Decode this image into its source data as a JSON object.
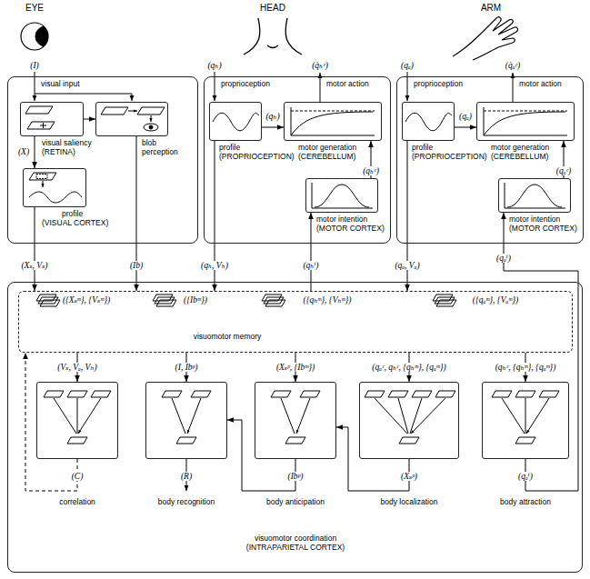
{
  "diagram": {
    "nodes": [
      {
        "text": [
          "EYE"
        ]
      },
      {
        "text": [
          "visual saliency (RETINA)"
        ],
        "in": 0
      },
      {
        "text": [
          "blob perception"
        ],
        "in": 0
      },
      {
        "text": [
          "profile (VISUAL CORTEX)"
        ],
        "in": 0
      },
      {
        "text": [
          "HEAD"
        ]
      },
      {
        "text": [
          "profile (PROPRIOCEPTION)"
        ],
        "in": 4
      },
      {
        "text": [
          "motor generation (CEREBELLUM)"
        ],
        "in": 4
      },
      {
        "text": [
          "motor intention (MOTOR CORTEX)"
        ],
        "in": 4
      },
      {
        "text": [
          "ARM"
        ]
      },
      {
        "text": [
          "profile (PROPRIOCEPTION)"
        ],
        "in": 8
      },
      {
        "text": [
          "motor generation (CEREBELLUM)"
        ],
        "in": 8
      },
      {
        "text": [
          "motor intention (MOTOR CORTEX)"
        ],
        "in": 8
      },
      {
        "text": [
          "visuomotor coordination (INTRAPARIETAL CORTEX)"
        ]
      },
      {
        "text": [
          "({Xₛᵐ}, {Vₛᵐ})",
          "({Ibᵐ})",
          "({qₕᵐ}, {Vₕᵐ})",
          "({qₐᵐ}, {Vₐᵐ})",
          "visuomotor memory"
        ],
        "in": 12
      },
      {
        "text": [
          "correlation"
        ],
        "in": 12
      },
      {
        "text": [
          "body recognition"
        ],
        "in": 12
      },
      {
        "text": [
          "body anticipation"
        ],
        "in": 12
      },
      {
        "text": [
          "body localization"
        ],
        "in": 12
      },
      {
        "text": [
          "body attraction"
        ],
        "in": 12
      }
    ],
    "edges": [
      {
        "from": 1,
        "to": 2,
        "arrow": "to"
      },
      {
        "from": 1,
        "to": 3,
        "label": "(X)",
        "arrow": "to"
      },
      {
        "from": 3,
        "to": 13,
        "label": "(Xₛ, Vₛ)",
        "arrow": "to"
      },
      {
        "from": 2,
        "to": 13,
        "label": "(Ib)",
        "arrow": "to"
      },
      {
        "from": 5,
        "to": 6,
        "label": "(qₕ)",
        "arrow": "to"
      },
      {
        "from": 7,
        "to": 6,
        "label": "(qₕᶜ)",
        "arrow": "to"
      },
      {
        "from": 5,
        "to": 13,
        "label": "(qₕ, Vₕ)",
        "arrow": "to"
      },
      {
        "from": 13,
        "to": 7,
        "label": "(qₕⁱ)",
        "arrow": "to"
      },
      {
        "from": 9,
        "to": 10,
        "label": "(qₐ)",
        "arrow": "to"
      },
      {
        "from": 11,
        "to": 10,
        "label": "(qₐᶜ)",
        "arrow": "to"
      },
      {
        "from": 9,
        "to": 13,
        "label": "(qₐ, Vₐ)",
        "arrow": "to"
      },
      {
        "from": 18,
        "to": 11,
        "label": "(qₐⁱ)",
        "arrow": "to"
      },
      {
        "from": 13,
        "to": 14,
        "label": "(Vₛ, Vₐ, Vₕ)",
        "arrow": "to"
      },
      {
        "from": 14,
        "to": 13,
        "label": "(C)",
        "arrow": "to"
      },
      {
        "from": 13,
        "to": 15,
        "label": "(I, Ibᵖ)",
        "arrow": "to"
      },
      {
        "from": 16,
        "to": 15,
        "label": "(Ibᵖ)",
        "arrow": "to"
      },
      {
        "from": 13,
        "to": 16,
        "label": "(Xₛᵖ, {Ibᵐ})",
        "arrow": "to"
      },
      {
        "from": 17,
        "to": 16,
        "label": "(Xₛᵖ)",
        "arrow": "to"
      },
      {
        "from": 13,
        "to": 17,
        "label": "(qₐᶜ, qₕᶜ, {qₕᵐ}, {qₐᵐ})",
        "arrow": "to"
      },
      {
        "from": 13,
        "to": 18,
        "label": "(qₕᶜ, {qₕᵐ}, {qₐᵐ})",
        "arrow": "to"
      }
    ],
    "labels": [
      "(I)",
      "visual input",
      "(qₕ)",
      "proprioception",
      "(q̇ₕᶜ)",
      "motor action",
      "(qₐ)",
      "proprioception",
      "(q̇ₐᶜ)",
      "motor action",
      "(R)",
      "(qₐⁱ)"
    ]
  }
}
